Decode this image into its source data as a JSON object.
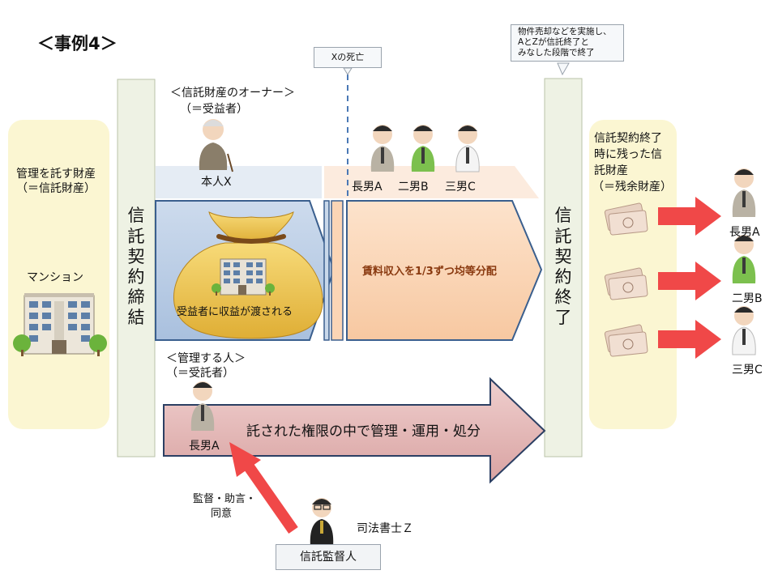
{
  "title": "＜事例4＞",
  "left_panel": {
    "label_line1": "管理を託す財産",
    "label_line2": "（＝信託財産）",
    "mansion_label": "マンション"
  },
  "contract_start": [
    "信",
    "託",
    "契",
    "約",
    "締",
    "結"
  ],
  "contract_end": [
    "信",
    "託",
    "契",
    "約",
    "終",
    "了"
  ],
  "owner": {
    "heading": "＜信託財産のオーナー＞",
    "sub": "（＝受益者）",
    "name": "本人X"
  },
  "death_callout": "Xの死亡",
  "end_callout": {
    "line1": "物件売却などを実施し、",
    "line2": "AとZが信託終了と",
    "line3": "みなした段階で終了"
  },
  "bag_label": "受益者に収益が渡される",
  "heirs": [
    "長男A",
    "二男B",
    "三男C"
  ],
  "distribution_label": "賃料収入を1/3ずつ均等分配",
  "trustee": {
    "heading": "＜管理する人＞",
    "sub": "（＝受託者）",
    "name": "長男A"
  },
  "management_arrow_label": "託された権限の中で管理・運用・処分",
  "supervisor": {
    "advice_line1": "監督・助言・",
    "advice_line2": "同意",
    "name": "司法書士Ｚ",
    "role": "信託監督人"
  },
  "residual_panel": {
    "line1": "信託契約終了",
    "line2": "時に残った信",
    "line3": "託財産",
    "line4": "（＝残余財産）"
  },
  "recipients": [
    "長男A",
    "二男B",
    "三男C"
  ],
  "colors": {
    "panel_yellow": "#fbf6d2",
    "contract_green": "#eef2e4",
    "blue_arrow": "#b8cce4",
    "peach_arrow": "#fbd5b5",
    "pink_arrow": "#e6b9b8",
    "red_arrow": "#f04848",
    "bag": "#f0c850"
  }
}
